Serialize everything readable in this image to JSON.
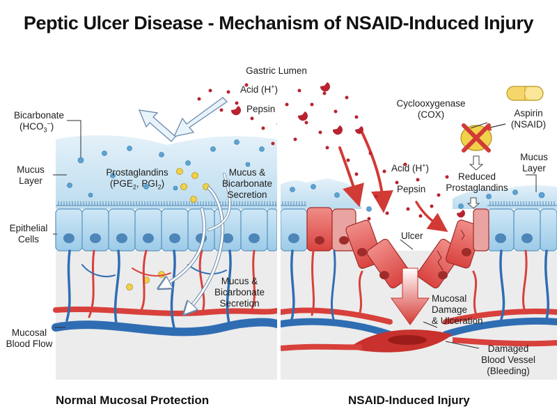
{
  "title": "Peptic Ulcer Disease - Mechanism of NSAID-Induced Injury",
  "lumen": {
    "gastric_lumen": "Gastric Lumen",
    "acid": "Acid (H",
    "acid_sup": "+",
    "acid_tail": ")",
    "pepsin": "Pepsin"
  },
  "left_panel": {
    "caption": "Normal Mucosal Protection",
    "bicarbonate": {
      "line1": "Bicarbonate",
      "line2": "(HCO",
      "sub": "3",
      "sup": "−",
      "tail": ")"
    },
    "mucus_layer": {
      "line1": "Mucus",
      "line2": "Layer"
    },
    "epithelial_cells": {
      "line1": "Epithelial",
      "line2": "Cells"
    },
    "mucosal_blood_flow": {
      "line1": "Mucosal",
      "line2": "Blood Flow"
    },
    "prostaglandins": {
      "line1": "Prostaglandins",
      "line2a": "(PGE",
      "sub1": "2",
      "mid": ", PGI",
      "sub2": "2",
      "tail": ")"
    },
    "secretion_top": {
      "line1": "Mucus &",
      "line2": "Bicarbonate",
      "line3": "Secretion"
    },
    "secretion_bottom": {
      "line1": "Mucus &",
      "line2": "Bicarbonate",
      "line3": "Secretion"
    }
  },
  "right_panel": {
    "caption": "NSAID-Induced Injury",
    "cox": {
      "line1": "Cyclooxygenase",
      "line2": "(COX)"
    },
    "aspirin": {
      "line1": "Aspirin",
      "line2": "(NSAID)"
    },
    "mucus_layer": {
      "line1": "Mucus",
      "line2": "Layer"
    },
    "acid": "Acid (H",
    "acid_sup": "+",
    "acid_tail": ")",
    "pepsin": "Pepsin",
    "reduced_pg": {
      "line1": "Reduced",
      "line2": "Prostaglandins"
    },
    "ulcer": "Ulcer",
    "damage": {
      "line1": "Mucosal",
      "line2": "Damage",
      "line3": "& Ulceration"
    },
    "vessel": {
      "line1": "Damaged",
      "line2": "Blood Vessel",
      "line3": "(Bleeding)"
    }
  },
  "colors": {
    "mucus": "#cfe6f3",
    "cell": "#bcdcef",
    "cell_damaged": "#e46a6a",
    "artery": "#d8403b",
    "vein": "#2f6db3",
    "acid_dot": "#b8232f",
    "prostaglandin": "#f2d14a",
    "bicarbonate_dot": "#5aa4d6",
    "tissue": "#e9e9e9"
  }
}
